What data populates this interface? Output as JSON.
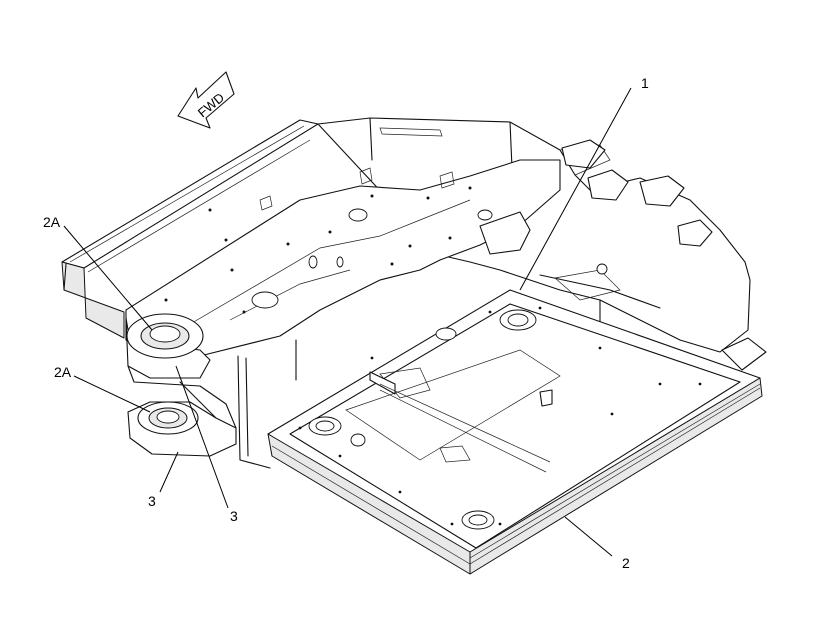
{
  "diagram": {
    "direction_arrow": {
      "label": "FWD"
    },
    "callouts": [
      {
        "id": "callout-1",
        "label": "1"
      },
      {
        "id": "callout-2",
        "label": "2"
      },
      {
        "id": "callout-2a-upper",
        "label": "2A"
      },
      {
        "id": "callout-2a-lower",
        "label": "2A"
      },
      {
        "id": "callout-3-left",
        "label": "3"
      },
      {
        "id": "callout-3-right",
        "label": "3"
      }
    ]
  }
}
